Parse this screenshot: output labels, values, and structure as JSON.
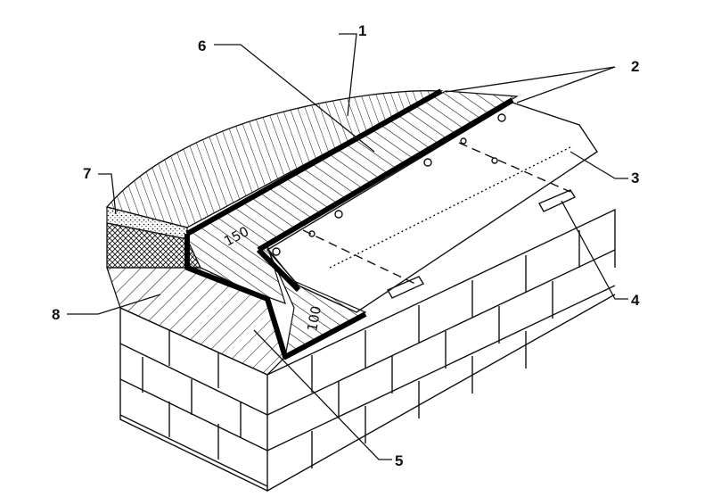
{
  "callouts": [
    "1",
    "2",
    "3",
    "4",
    "5",
    "6",
    "7",
    "8"
  ],
  "dimensions": {
    "top_overlap": "150",
    "side_overlap": "100"
  },
  "colors": {
    "line": "#111111",
    "background": "#ffffff"
  }
}
